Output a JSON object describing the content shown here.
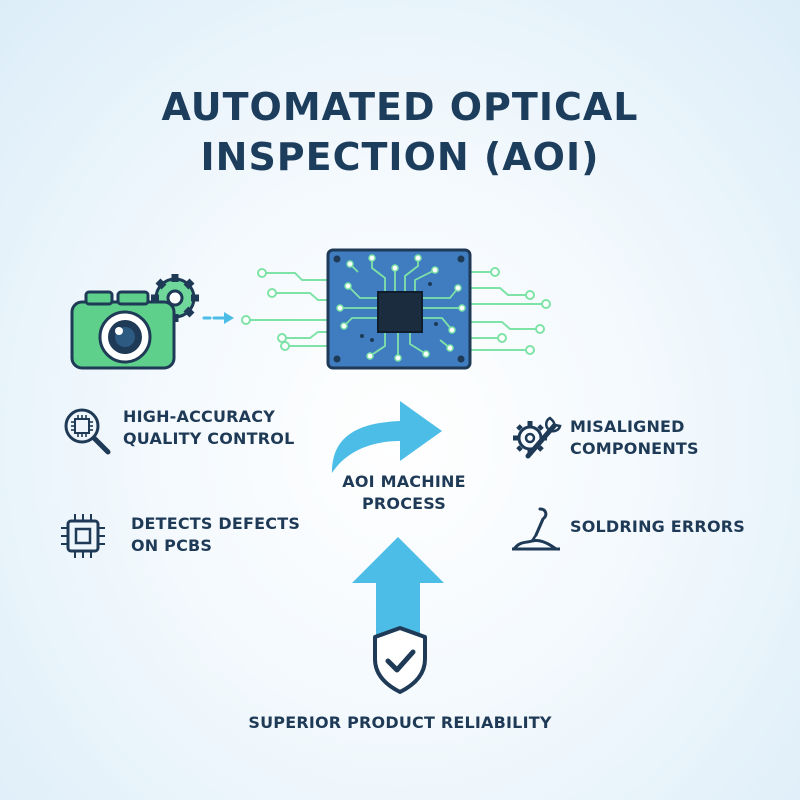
{
  "title": {
    "line1": "AUTOMATED OPTICAL",
    "line2": "INSPECTION (AOI)"
  },
  "features": {
    "accuracy": {
      "line1": "HIGH-ACCURACY",
      "line2": "QUALITY CONTROL",
      "icon": "magnifier-chip-icon"
    },
    "defects": {
      "line1": "DETECTS DEFECTS",
      "line2": "ON PCBS",
      "icon": "chip-icon"
    },
    "misaligned": {
      "line1": "MISALIGNED",
      "line2": "COMPONENTS",
      "icon": "gear-wrench-icon"
    },
    "soldering": {
      "line1": "SOLDRING ERRORS",
      "icon": "soldering-iron-icon"
    }
  },
  "process": {
    "line1": "AOI MACHINE",
    "line2": "PROCESS"
  },
  "result": {
    "label": "SUPERIOR PRODUCT RELIABILITY",
    "icon": "shield-check-icon"
  },
  "colors": {
    "title": "#1c3d5c",
    "camera": "#5fd08c",
    "board": "#3f7cc0",
    "trace": "#7fe3a8",
    "arrow": "#4bbde6",
    "icon_stroke": "#1e3a56"
  }
}
